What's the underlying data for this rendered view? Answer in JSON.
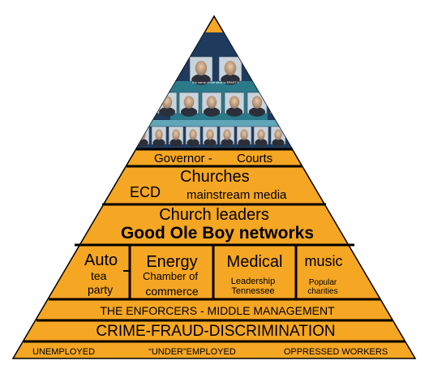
{
  "pyramid": {
    "colors": {
      "fill": "#F5A623",
      "outline": "#000000",
      "background": "#ffffff"
    },
    "photo_caption": "the name of the devil is $PARTY",
    "tiers": {
      "governor": "Governor -",
      "courts": "Courts",
      "churches": "Churches",
      "ecd": "ECD",
      "mainstream_media": "mainstream media",
      "church_leaders": "Church leaders",
      "good_ole_boy": "Good Ole Boy networks",
      "auto": "Auto",
      "energy": "Energy",
      "medical": "Medical",
      "music": "music",
      "tea_party_line1": "tea",
      "tea_party_line2": "party",
      "chamber_line1": "Chamber of",
      "chamber_line2": "commerce",
      "leadership_line1": "Leadership",
      "leadership_line2": "Tennessee",
      "charities_line1": "Popular",
      "charities_line2": "charities",
      "enforcers": "THE ENFORCERS - MIDDLE MANAGEMENT",
      "crime": "CRIME-FRAUD-DISCRIMINATION",
      "unemployed": "UNEMPLOYED",
      "underemployed": "“UNDER”EMPLOYED",
      "oppressed": "OPPRESSED WORKERS"
    }
  }
}
